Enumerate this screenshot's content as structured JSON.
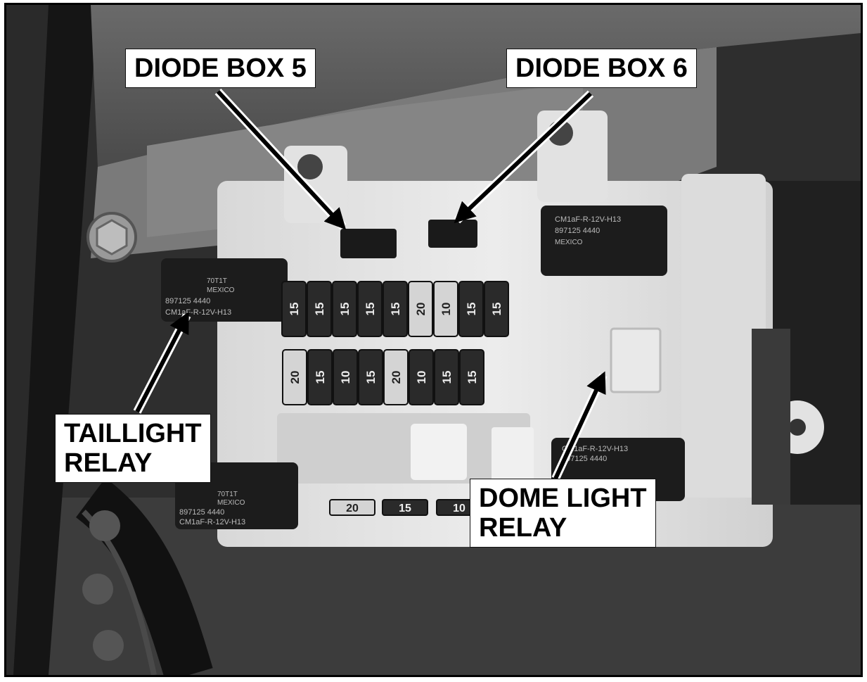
{
  "labels": {
    "diode_box_5": "DIODE BOX 5",
    "diode_box_6": "DIODE BOX 6",
    "taillight_relay_line1": "TAILLIGHT",
    "taillight_relay_line2": "RELAY",
    "dome_light_relay_line1": "DOME LIGHT",
    "dome_light_relay_line2": "RELAY"
  },
  "fuses": {
    "top_row": [
      "15",
      "15",
      "15",
      "15",
      "15",
      "20",
      "10",
      "15",
      "15"
    ],
    "middle_row": [
      "20",
      "15",
      "10",
      "15",
      "20",
      "10",
      "15",
      "15"
    ],
    "bottom_row": [
      "20",
      "15",
      "10"
    ]
  },
  "relay_text": {
    "line1": "897125 4440",
    "line2": "CM1aF-R-12V-H13",
    "line3": "MEXICO",
    "line4": "70T1T"
  },
  "colors": {
    "background_dark": "#2e2e2e",
    "fuse_box": "#e6e6e6",
    "relay": "#1c1c1c",
    "callout_bg": "#ffffff",
    "arrow": "#000000"
  }
}
